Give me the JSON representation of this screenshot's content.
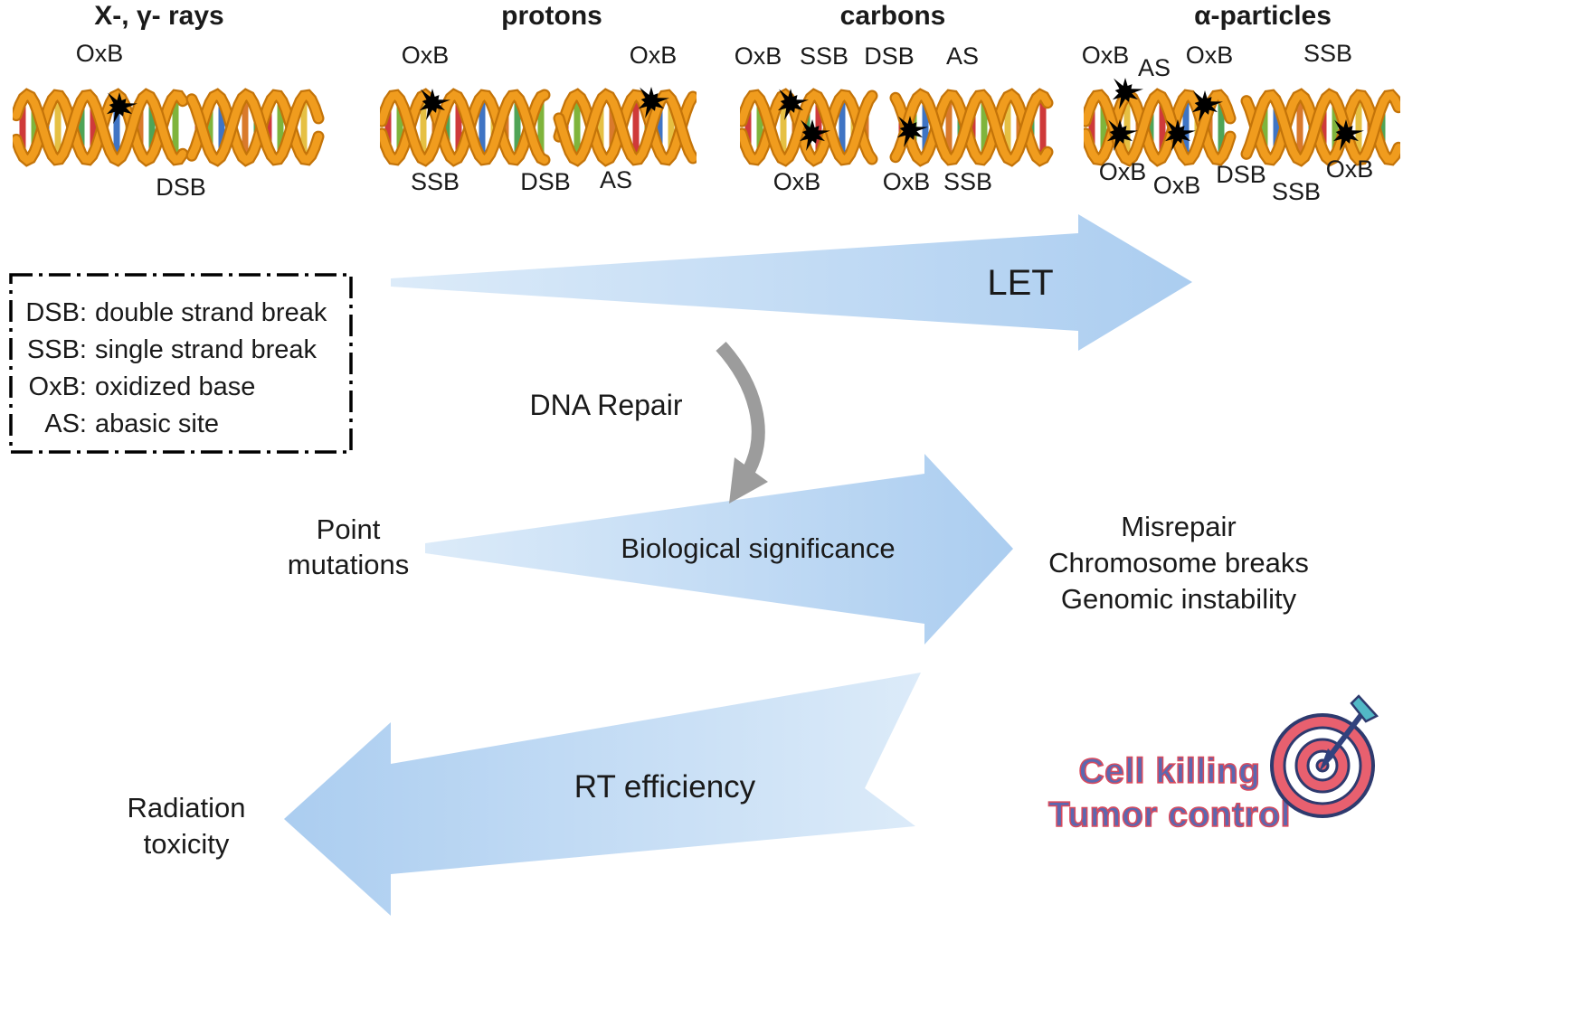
{
  "dna": {
    "xrays": {
      "title": "X-, γ- rays",
      "labels": {
        "oxb_top": "OxB",
        "dsb_bottom": "DSB"
      }
    },
    "protons": {
      "title": "protons",
      "labels": {
        "oxb_top_left": "OxB",
        "oxb_top_right": "OxB",
        "ssb_bottom": "SSB",
        "dsb_bottom": "DSB",
        "as_bottom": "AS"
      }
    },
    "carbons": {
      "title": "carbons",
      "labels": {
        "oxb_top": "OxB",
        "ssb_top": "SSB",
        "dsb_top": "DSB",
        "as_top": "AS",
        "oxb_bottom_left": "OxB",
        "oxb_bottom_right": "OxB",
        "ssb_bottom": "SSB"
      }
    },
    "alpha": {
      "title": "α-particles",
      "labels": {
        "oxb_top_left": "OxB",
        "as_top": "AS",
        "oxb_top_right": "OxB",
        "ssb_top": "SSB",
        "oxb_bottom_1": "OxB",
        "oxb_bottom_2": "OxB",
        "dsb_bottom": "DSB",
        "ssb_bottom": "SSB",
        "oxb_bottom_3": "OxB"
      }
    }
  },
  "legend": {
    "items": [
      {
        "abbr": "DSB:",
        "desc": "double strand break"
      },
      {
        "abbr": "SSB:",
        "desc": "single strand break"
      },
      {
        "abbr": "OxB:",
        "desc": "oxidized base"
      },
      {
        "abbr": "AS:",
        "desc": "abasic site"
      }
    ]
  },
  "arrows": {
    "let_label": "LET",
    "dna_repair_label": "DNA Repair",
    "bio_label": "Biological significance",
    "rt_label": "RT efficiency"
  },
  "outcomes": {
    "point_mutations": "Point\nmutations",
    "misrepair_block": "Misrepair\nChromosome breaks\nGenomic instability",
    "radiation_toxicity": "Radiation\ntoxicity",
    "cell_killing": "Cell killing\nTumor control"
  },
  "colors": {
    "arrow_blue_light": "#dcebf9",
    "arrow_blue": "#abcdf0",
    "dna_strand": "#f09c1e",
    "dna_strand_dark": "#c47409",
    "base_pair_colors": [
      "#cf3a3a",
      "#7fb43c",
      "#3f74c4",
      "#e6c043",
      "#d97a2c",
      "#4fa457"
    ],
    "damage_star": "#000000",
    "repair_arrow_gray": "#9c9c9c",
    "cell_killing_text": "#5b68b0",
    "cell_killing_outline": "#d84b5e",
    "target_red": "#e8606f",
    "target_navy": "#2e3a6e"
  }
}
